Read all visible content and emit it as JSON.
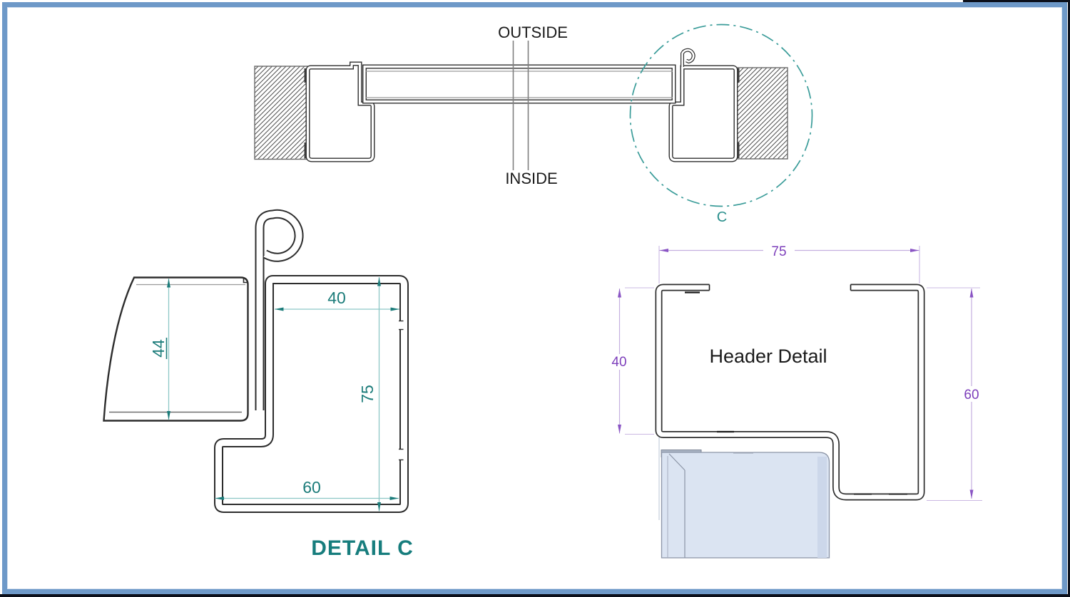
{
  "page": {
    "border_color": "#6e99c8",
    "edge_color": "#0b0f1a"
  },
  "colors": {
    "teal_accent": "#1c7c7a",
    "teal_line": "#8cc7c6",
    "purple_accent": "#7d3fbb",
    "purple_line": "#c4afdf",
    "ink": "#2d2d2d",
    "panel_blue": "#dbe4f2"
  },
  "section_view": {
    "outside_label": "OUTSIDE",
    "inside_label": "INSIDE",
    "detail_marker_label": "C"
  },
  "detail_c": {
    "title": "DETAIL C",
    "dim_leaf_thickness": "44",
    "dim_top_width": "40",
    "dim_height": "75",
    "dim_bottom_width": "60"
  },
  "header_detail": {
    "title": "Header Detail",
    "dim_width": "75",
    "dim_left_height": "40",
    "dim_right_height": "60"
  }
}
